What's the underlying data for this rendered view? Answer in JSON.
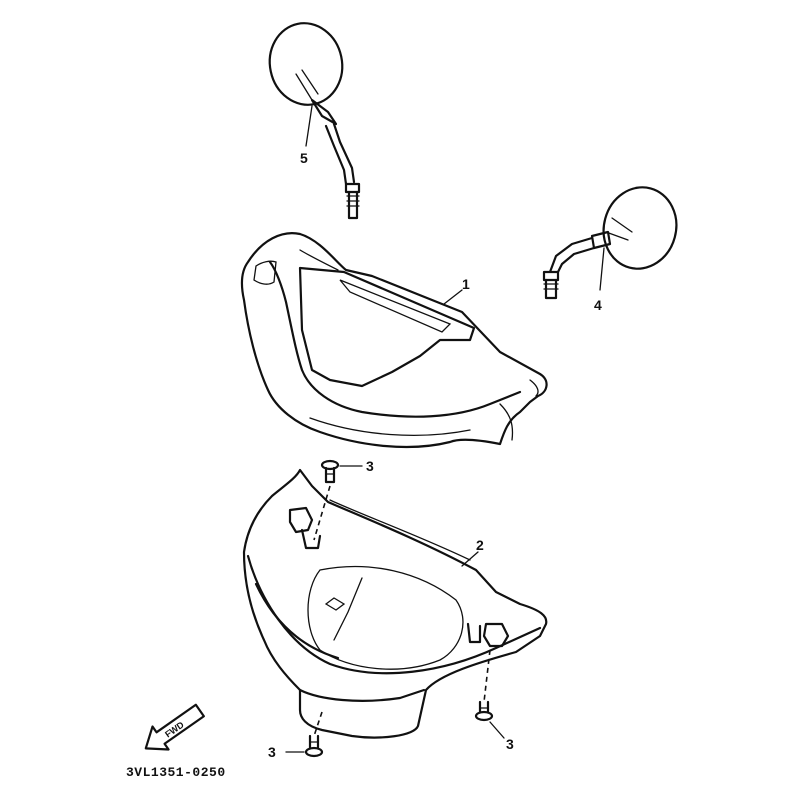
{
  "parts": [
    {
      "number": "1",
      "name": "upper-handlebar-cover"
    },
    {
      "number": "2",
      "name": "lower-handlebar-cover"
    },
    {
      "number": "3",
      "name": "screw"
    },
    {
      "number": "4",
      "name": "right-mirror"
    },
    {
      "number": "5",
      "name": "left-mirror"
    }
  ],
  "labels": {
    "p1": "1",
    "p2": "2",
    "p3a": "3",
    "p3b": "3",
    "p3c": "3",
    "p4": "4",
    "p5": "5"
  },
  "direction_arrow": {
    "text": "FWD",
    "icon": "fwd-arrow-icon"
  },
  "diagram_code": "3VL1351-0250"
}
